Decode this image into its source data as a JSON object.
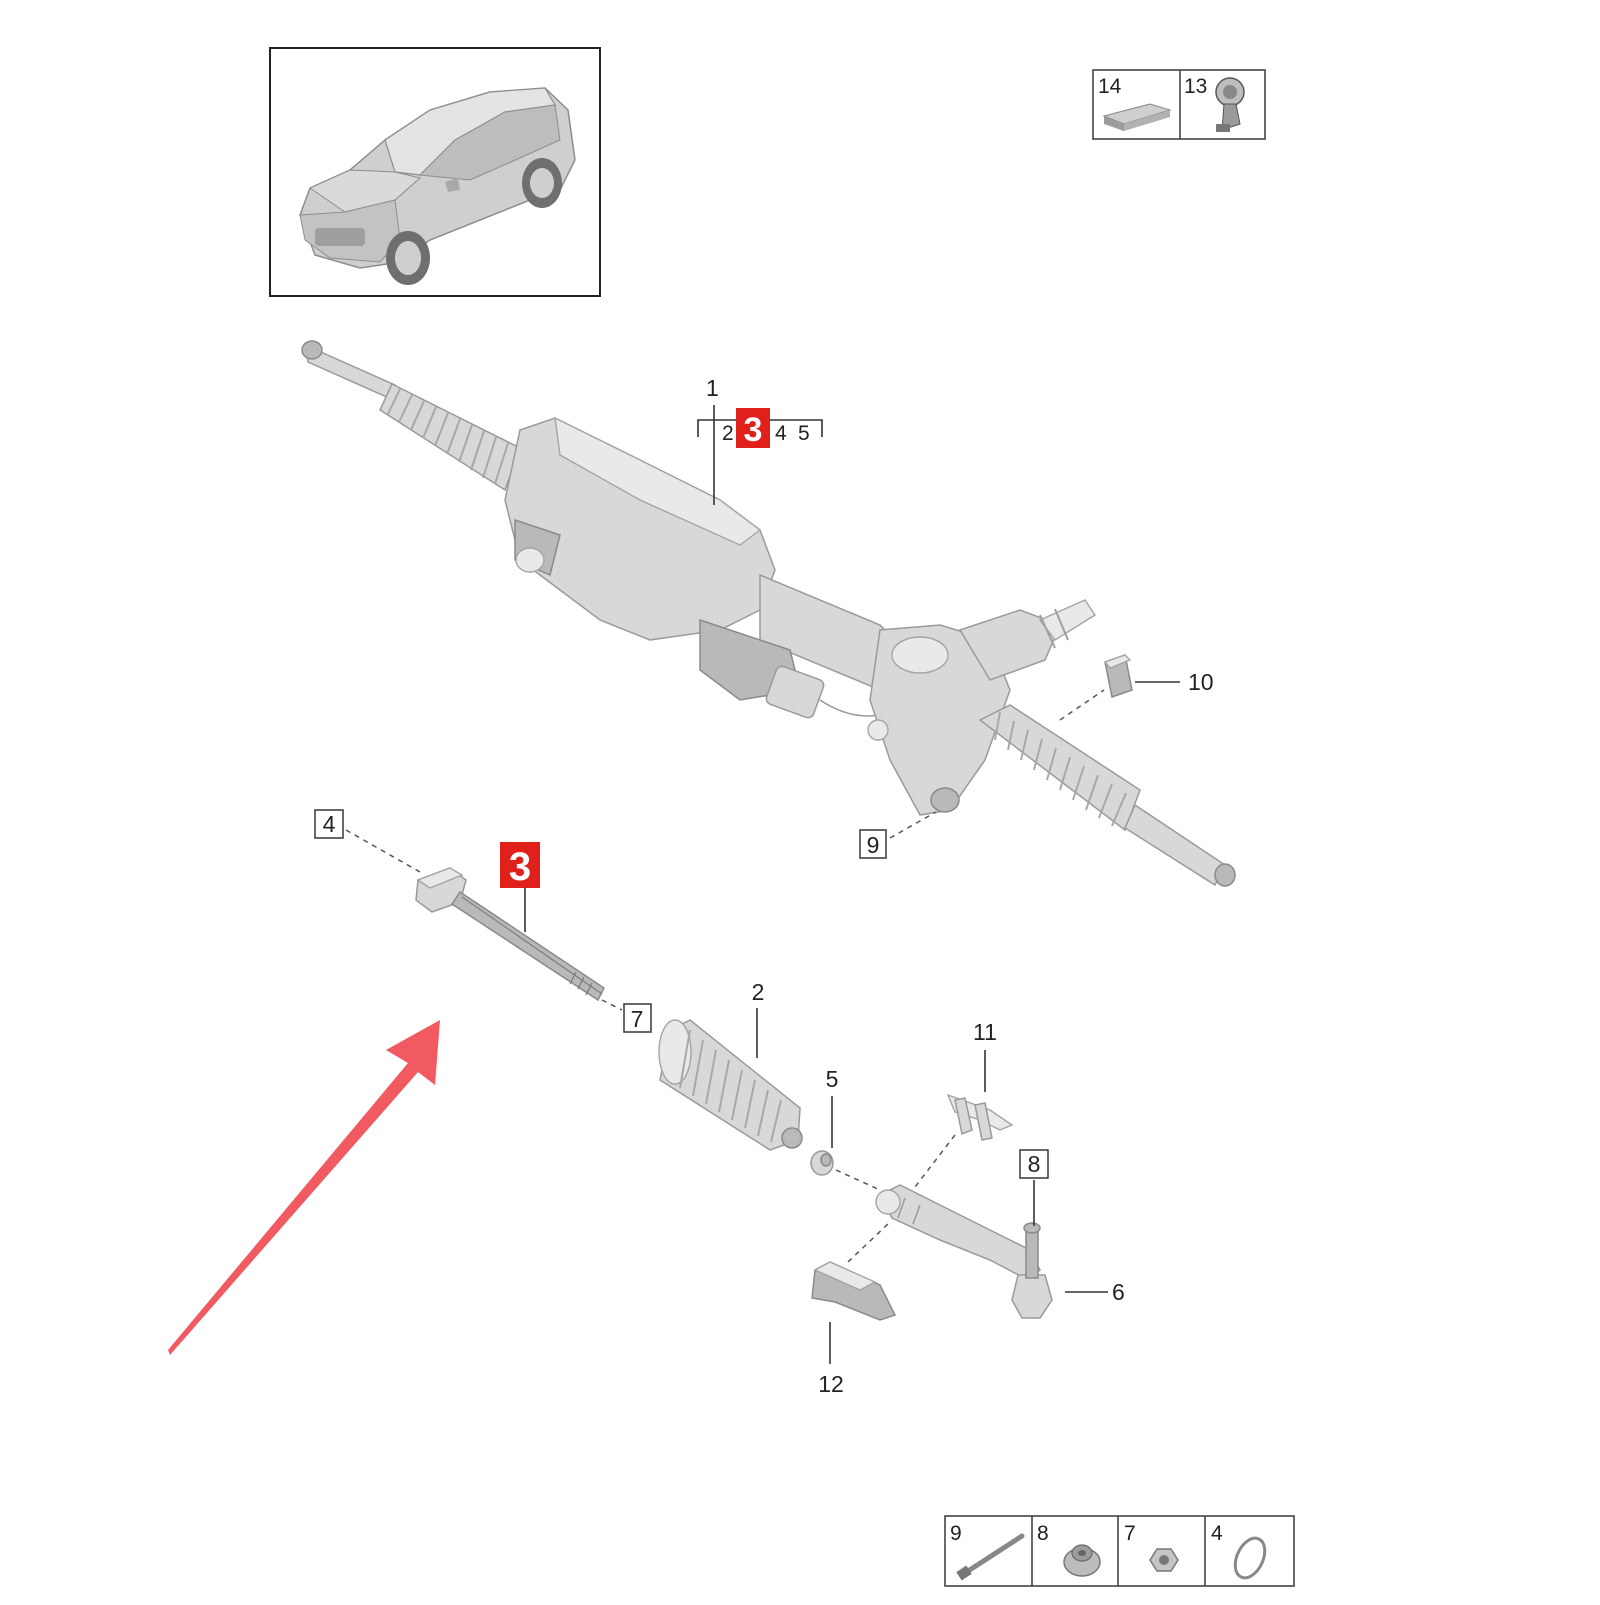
{
  "callouts": {
    "c1": "1",
    "c2": "2",
    "c3": "3",
    "c4": "4",
    "c5": "5",
    "c6": "6",
    "c7": "7",
    "c8": "8",
    "c9": "9",
    "c10": "10",
    "c11": "11",
    "c12": "12"
  },
  "assembly_callout": {
    "head": "1",
    "sub1": "2",
    "highlight": "3",
    "sub3": "4",
    "sub4": "5"
  },
  "highlight_label": "3",
  "top_legend": [
    {
      "num": "14",
      "icon": "foam-pad-icon"
    },
    {
      "num": "13",
      "icon": "clamp-icon"
    }
  ],
  "bottom_legend": [
    {
      "num": "9",
      "icon": "bolt-icon"
    },
    {
      "num": "8",
      "icon": "self-locking-nut-icon"
    },
    {
      "num": "7",
      "icon": "hex-nut-icon"
    },
    {
      "num": "4",
      "icon": "o-ring-icon"
    }
  ],
  "colors": {
    "highlight": "#e0201b",
    "arrow": "#f05a60",
    "part_gray": "#d8d8d8"
  }
}
